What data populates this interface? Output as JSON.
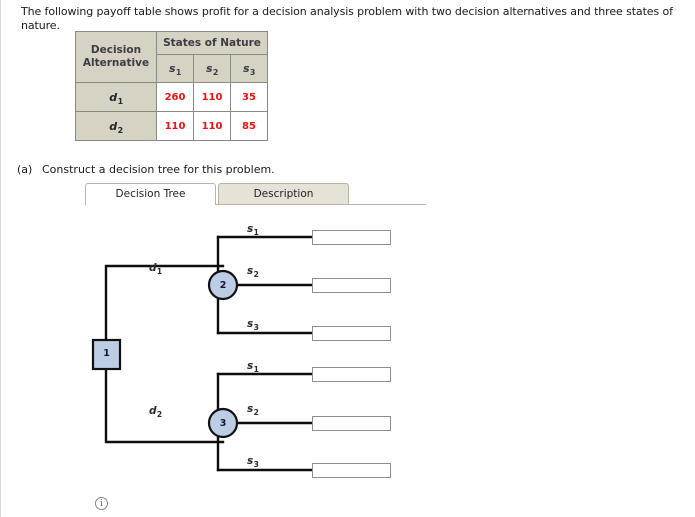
{
  "prompt": "The following payoff table shows profit for a decision analysis problem with two decision alternatives and three states of nature.",
  "payoff_table": {
    "row_header": "Decision Alternative",
    "row_header_line1": "Decision",
    "row_header_line2": "Alternative",
    "group_header": "States of Nature",
    "state_columns": [
      {
        "base": "s",
        "sub": "1"
      },
      {
        "base": "s",
        "sub": "2"
      },
      {
        "base": "s",
        "sub": "3"
      }
    ],
    "rows": [
      {
        "alt_base": "d",
        "alt_sub": "1",
        "values": [
          "260",
          "110",
          "35"
        ]
      },
      {
        "alt_base": "d",
        "alt_sub": "2",
        "values": [
          "110",
          "110",
          "85"
        ]
      }
    ],
    "value_color": "#f21010",
    "header_bg": "#d6d2c4"
  },
  "part_a": {
    "label": "(a)",
    "text": "Construct a decision tree for this problem."
  },
  "tabs": [
    {
      "label": "Decision Tree",
      "active": true
    },
    {
      "label": "Description",
      "active": false
    }
  ],
  "tree": {
    "decision_node": {
      "id": "1",
      "shape": "square"
    },
    "chance_nodes": [
      {
        "id": "2",
        "shape": "circle"
      },
      {
        "id": "3",
        "shape": "circle"
      }
    ],
    "decision_branches": [
      {
        "base": "d",
        "sub": "1",
        "to_node": "2"
      },
      {
        "base": "d",
        "sub": "2",
        "to_node": "3"
      }
    ],
    "state_branches": [
      {
        "base": "s",
        "sub": "1"
      },
      {
        "base": "s",
        "sub": "2"
      },
      {
        "base": "s",
        "sub": "3"
      }
    ],
    "answer_boxes": [
      {
        "value": ""
      },
      {
        "value": ""
      },
      {
        "value": ""
      },
      {
        "value": ""
      },
      {
        "value": ""
      },
      {
        "value": ""
      }
    ],
    "node_fill": "#bdcde4",
    "node_stroke": "#111111",
    "line_color": "#0d0d0d"
  },
  "info_icon": {
    "glyph": "i"
  }
}
